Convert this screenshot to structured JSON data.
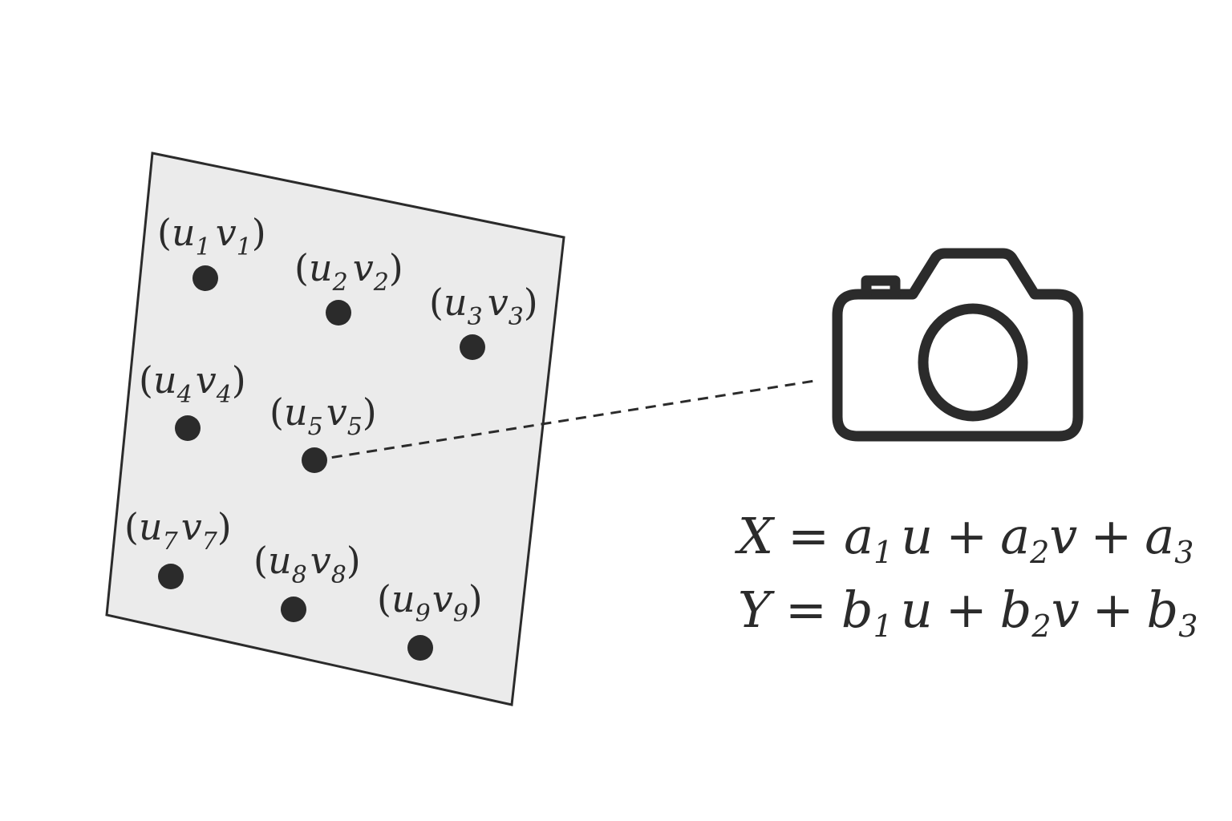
{
  "points": [
    {
      "id": "1",
      "u": "u",
      "v": "v",
      "sub": "1"
    },
    {
      "id": "2",
      "u": "u",
      "v": "v",
      "sub": "2"
    },
    {
      "id": "3",
      "u": "u",
      "v": "v",
      "sub": "3"
    },
    {
      "id": "4",
      "u": "u",
      "v": "v",
      "sub": "4"
    },
    {
      "id": "5",
      "u": "u",
      "v": "v",
      "sub": "5"
    },
    {
      "id": "7",
      "u": "u",
      "v": "v",
      "sub": "7"
    },
    {
      "id": "8",
      "u": "u",
      "v": "v",
      "sub": "8"
    },
    {
      "id": "9",
      "u": "u",
      "v": "v",
      "sub": "9"
    }
  ],
  "equations": {
    "x": {
      "lhs": "X",
      "eq": "=",
      "t1": "a",
      "s1": "1",
      "t1var": "u",
      "plus1": "+",
      "t2": "a",
      "s2": "2",
      "t2var": "v",
      "plus2": "+",
      "t3": "a",
      "s3": "3"
    },
    "y": {
      "lhs": "Y",
      "eq": "=",
      "t1": "b",
      "s1": "1",
      "t1var": "u",
      "plus1": "+",
      "t2": "b",
      "s2": "2",
      "t2var": "v",
      "plus2": "+",
      "t3": "b",
      "s3": "3"
    }
  },
  "icons": {
    "camera": "camera-icon"
  },
  "colors": {
    "ink": "#2b2b2b",
    "panel_fill": "#ebebeb",
    "panel_stroke": "#2b2b2b",
    "background": "#ffffff"
  }
}
